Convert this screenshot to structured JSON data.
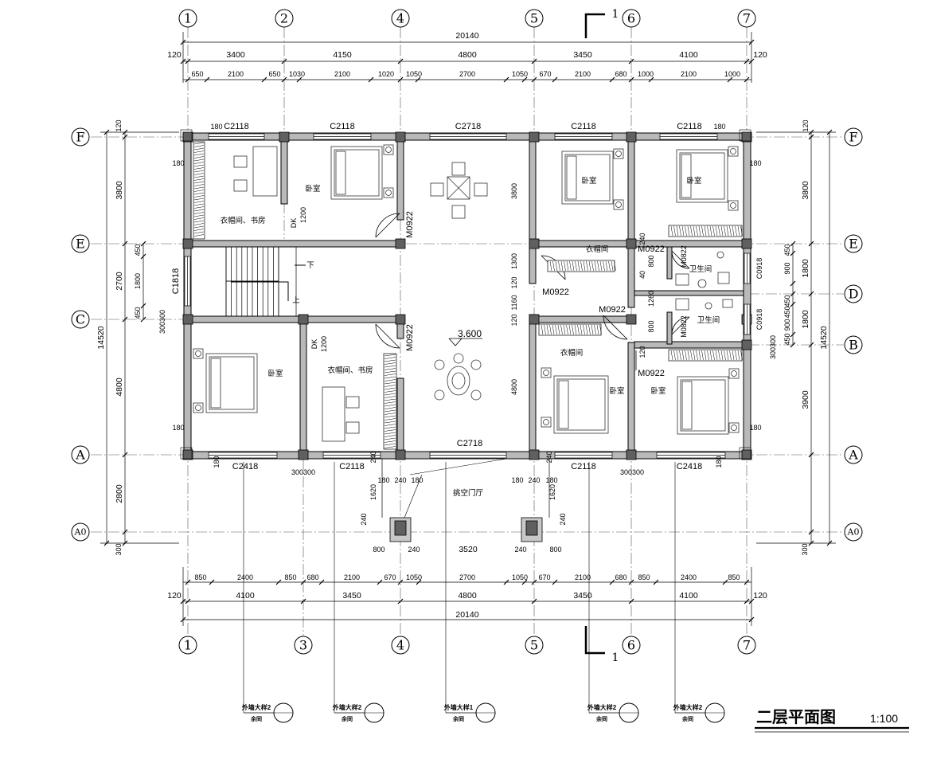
{
  "drawing": {
    "title": "二层平面图",
    "scale": "1:100",
    "elevation": "3.600",
    "section_mark": "1"
  },
  "axes_top": [
    "1",
    "2",
    "4",
    "5",
    "6",
    "7"
  ],
  "axes_bottom": [
    "1",
    "3",
    "4",
    "5",
    "6",
    "7"
  ],
  "axes_rows": [
    "F",
    "E",
    "D",
    "C",
    "B",
    "A",
    "A0"
  ],
  "dims_top": {
    "total": "20140",
    "edge": "120",
    "bays": [
      "3400",
      "4150",
      "4800",
      "3450",
      "4100"
    ],
    "sub": [
      "650",
      "2100",
      "650",
      "1030",
      "2100",
      "1020",
      "1050",
      "2700",
      "1050",
      "670",
      "2100",
      "680",
      "1000",
      "2100",
      "1000"
    ]
  },
  "dims_bottom": {
    "total": "20140",
    "edge": "120",
    "bays": [
      "4100",
      "3450",
      "4800",
      "3450",
      "4100"
    ],
    "sub": [
      "850",
      "2400",
      "850",
      "680",
      "2100",
      "670",
      "1050",
      "2700",
      "1050",
      "670",
      "2100",
      "680",
      "850",
      "2400",
      "850"
    ]
  },
  "dims_left": {
    "total": "14520",
    "top": "120",
    "bays": [
      "3800",
      "2700",
      "4800",
      "2800",
      "300"
    ],
    "sub": [
      "450",
      "1800",
      "450"
    ],
    "small": "300300"
  },
  "dims_right": {
    "total": "14520",
    "top": "120",
    "bays": [
      "3800",
      "1800",
      "1800",
      "3900",
      "300"
    ],
    "sub": [
      "450",
      "900",
      "450",
      "450",
      "900",
      "450"
    ],
    "small": "300300"
  },
  "windows": {
    "top": [
      "C2118",
      "C2118",
      "C2718",
      "C2118",
      "C2118"
    ],
    "bottom": [
      "C2418",
      "C2118",
      "C2718",
      "C2118",
      "C2418"
    ],
    "left": "C1818",
    "right": [
      "C0918",
      "C0918"
    ]
  },
  "doors": {
    "m0922": "M0922",
    "m0822": "M0822",
    "dk": "DK",
    "dk_w": "1200"
  },
  "rooms": {
    "closet_study": "衣帽间、书房",
    "bedroom": "卧室",
    "closet": "衣帽间",
    "bath": "卫生间",
    "porch": "挑空门厅",
    "down": "下",
    "up": "上"
  },
  "inner_dims": {
    "d3800": "3800",
    "d4800": "4800",
    "d1300": "1300",
    "d1160": "1160",
    "d120": "120",
    "d180": "180",
    "d240": "240",
    "d800": "800",
    "d1260": "1260",
    "d1620": "1620",
    "d3520": "3520",
    "d40": "40",
    "d300": "300300"
  },
  "details": [
    {
      "name": "外墙大样2",
      "sub": "余同"
    },
    {
      "name": "外墙大样2",
      "sub": "余同"
    },
    {
      "name": "外墙大样1",
      "sub": "余同"
    },
    {
      "name": "外墙大样2",
      "sub": "余同"
    },
    {
      "name": "外墙大样2",
      "sub": "余同"
    }
  ],
  "colors": {
    "wall_fill": "#b9b9b9",
    "column": "#606060",
    "line": "#000000"
  }
}
